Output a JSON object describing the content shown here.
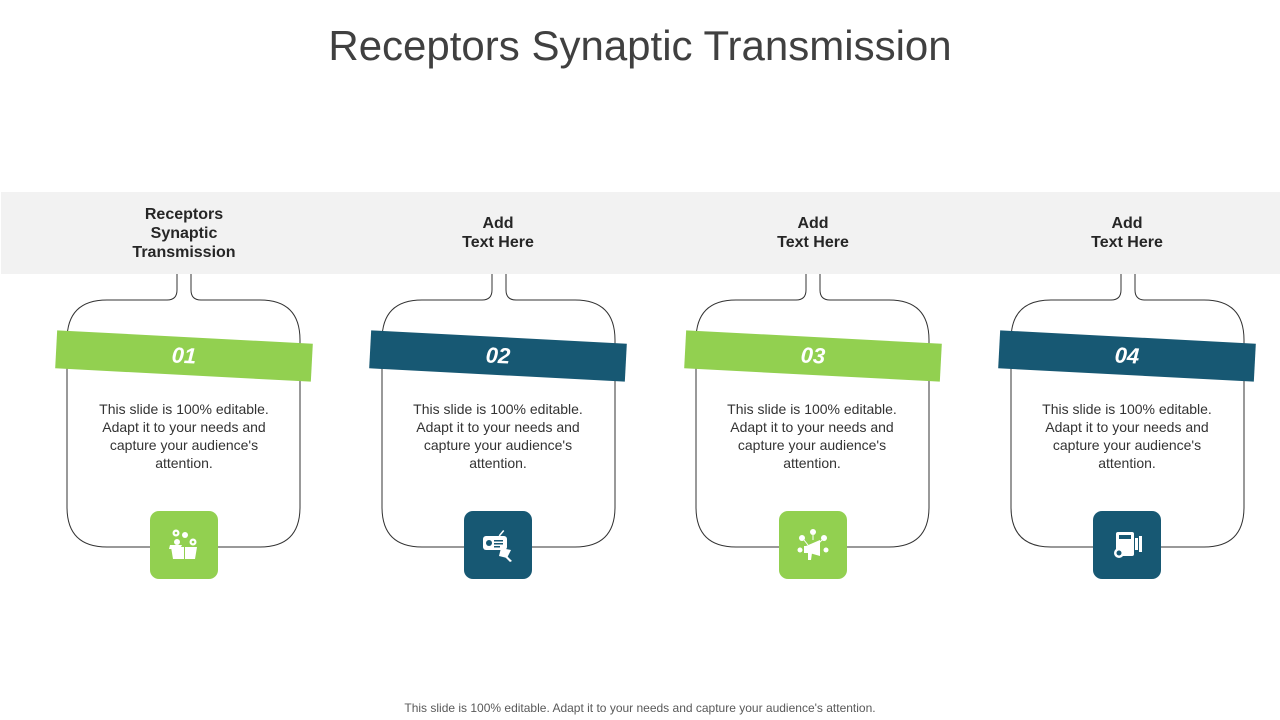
{
  "title": "Receptors Synaptic Transmission",
  "colors": {
    "green": "#92d050",
    "blue": "#175873",
    "band": "#f2f2f2"
  },
  "cards": [
    {
      "heading": "Receptors\nSynaptic\nTransmission",
      "number": "01",
      "text": "This slide is 100% editable. Adapt it to your needs and capture your audience's attention.",
      "icon": "gift-box-icon",
      "color": "green"
    },
    {
      "heading": "Add\nText Here",
      "number": "02",
      "text": "This slide is 100% editable. Adapt it to your needs and capture your audience's attention.",
      "icon": "radio-icon",
      "color": "blue"
    },
    {
      "heading": "Add\nText Here",
      "number": "03",
      "text": "This slide is 100% editable. Adapt it to your needs and capture your audience's attention.",
      "icon": "megaphone-network-icon",
      "color": "green"
    },
    {
      "heading": "Add\nText Here",
      "number": "04",
      "text": "This slide is 100% editable. Adapt it to your needs and capture your audience's attention.",
      "icon": "video-camera-icon",
      "color": "blue"
    }
  ],
  "footer": "This slide is 100% editable. Adapt it to your needs and capture your audience's attention."
}
